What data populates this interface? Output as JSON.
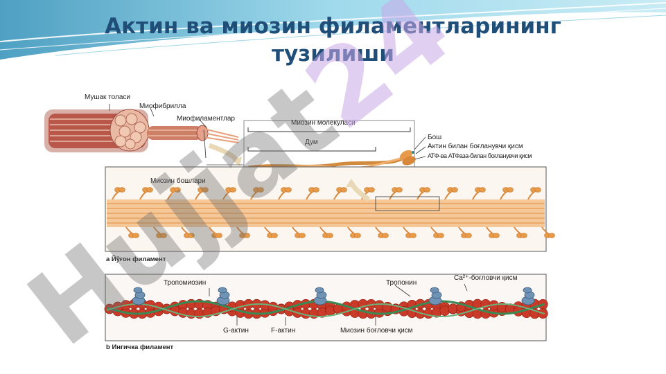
{
  "slide": {
    "title_line1": "Актин ва миозин филаментларининг",
    "title_line2": "тузилиши"
  },
  "figure": {
    "labels": {
      "muscle_fiber": "Мушак толаси",
      "myofibril": "Миофибрилла",
      "myofilaments": "Миофиламентлар",
      "myosin_molecule": "Миозин молекуласи",
      "tail": "Дум",
      "head": "Бош",
      "actin_binding": "Актин билан боғланувчи қисм",
      "atp_binding": "АТФ-ва АТФаза-билан боғланувчи қисм",
      "myosin_heads": "Миозин бошлари",
      "thick_caption": "a  Йўғон филамент",
      "tropomyosin": "Тропомиозин",
      "troponin": "Тропонин",
      "ca_binding": "Ca²⁺-боғловчи қисм",
      "g_actin": "G-актин",
      "f_actin": "F-актин",
      "myosin_binding": "Миозин боғловчи қисм",
      "thin_caption": "b  Ингичка филамент"
    }
  },
  "watermark": {
    "text": "Hujjat24"
  },
  "colors": {
    "title": "#1f4e79",
    "thick_filament": "#f0b070",
    "myosin_head": "#e69a4a",
    "actin_bead": "#c93a28",
    "tropomyosin": "#3a8a55",
    "troponin": "#6f93b5",
    "watermark_purple": "#c8a8e8"
  }
}
